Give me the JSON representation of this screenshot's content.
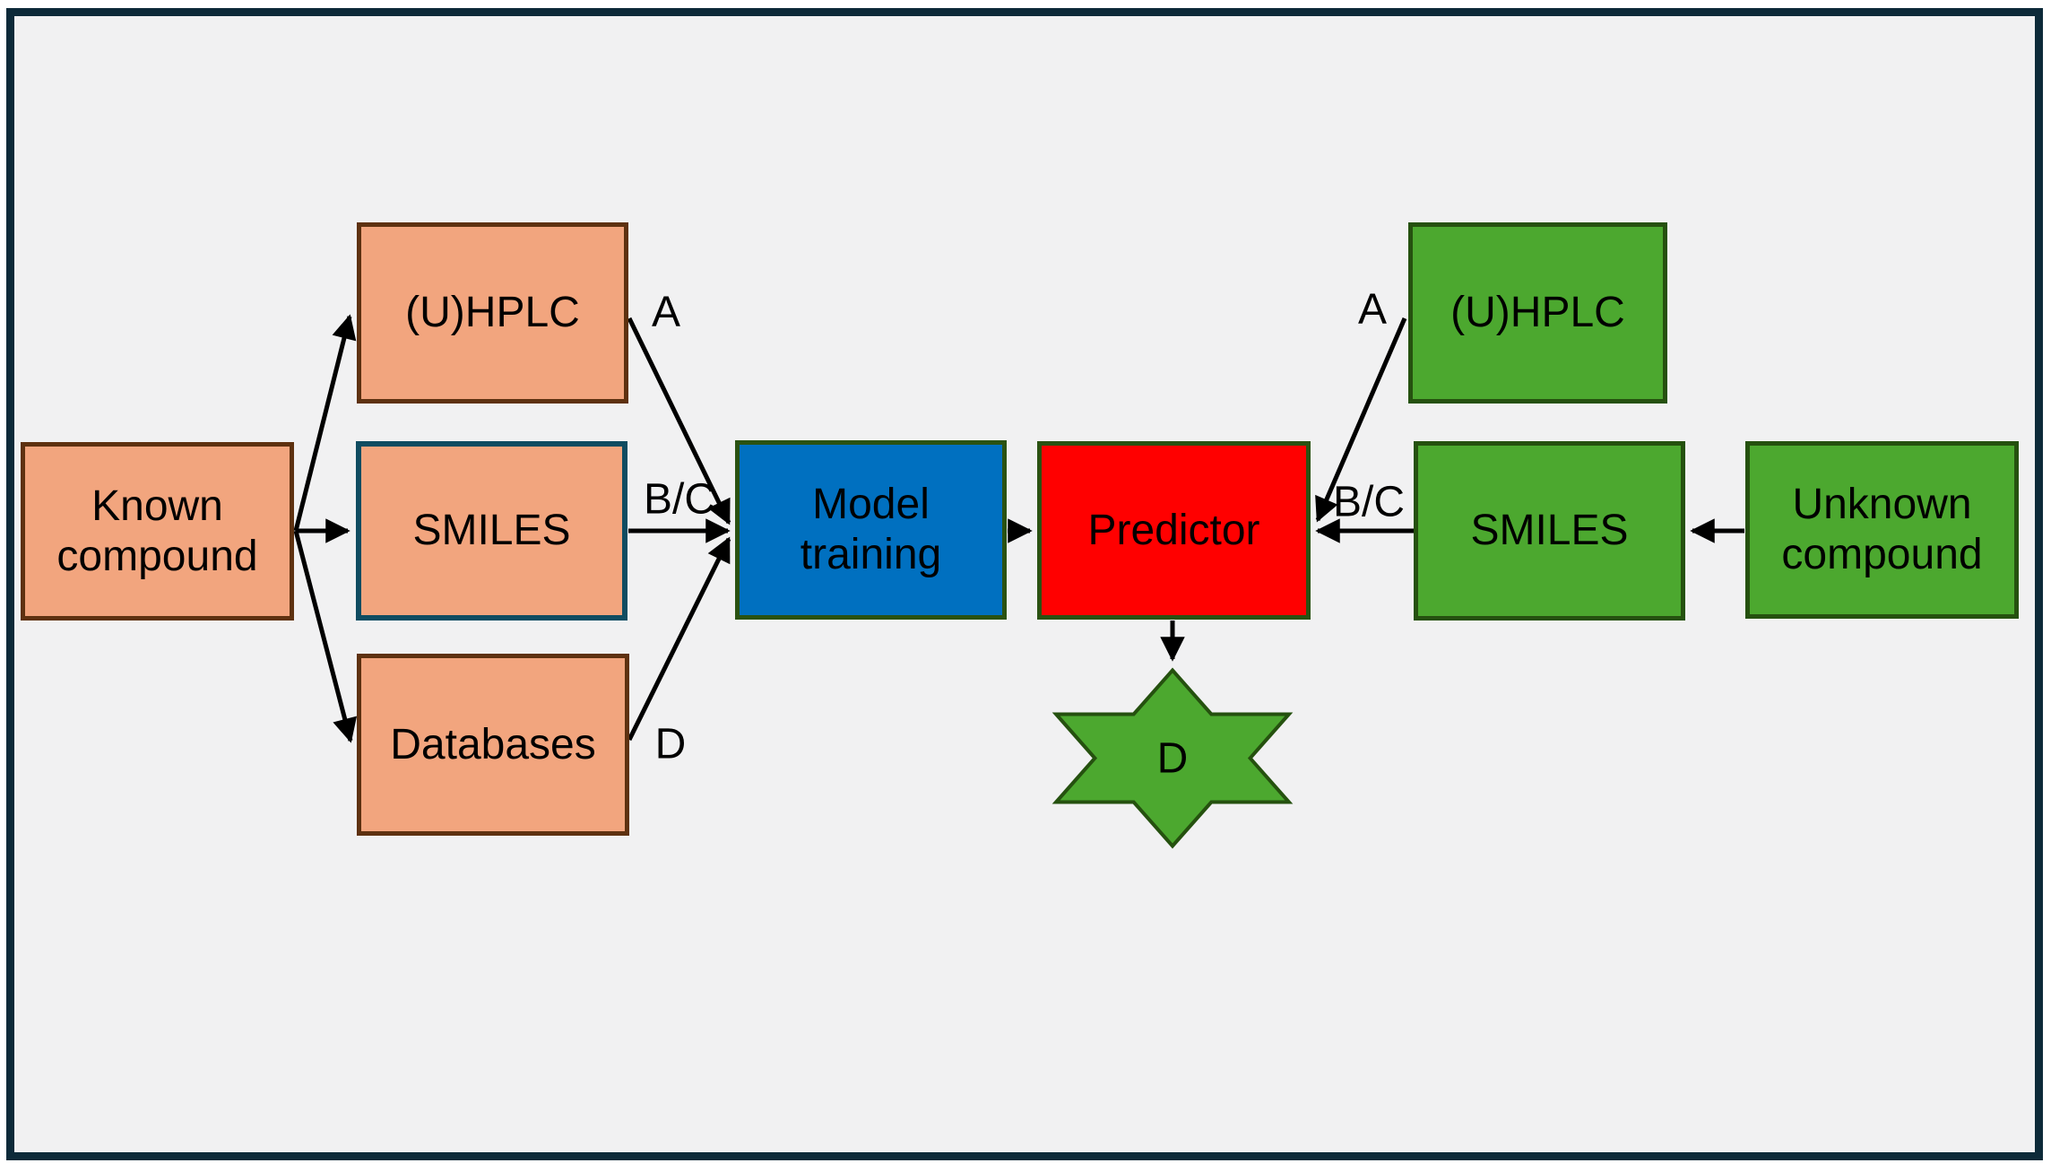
{
  "diagram": {
    "nodes": {
      "known_compound": "Known compound",
      "uhplc_left": "(U)HPLC",
      "smiles_left": "SMILES",
      "databases": "Databases",
      "model_training": "Model training",
      "predictor": "Predictor",
      "uhplc_right": "(U)HPLC",
      "smiles_right": "SMILES",
      "unknown_compound": "Unknown compound",
      "output_star": "D"
    },
    "edge_labels": {
      "train_a": "A",
      "train_bc": "B/C",
      "train_d": "D",
      "predict_a": "A",
      "predict_bc": "B/C"
    },
    "colors": {
      "background": "#f1f1f2",
      "frame_border": "#0d2a39",
      "salmon_fill": "#f2a57e",
      "salmon_border": "#5e3110",
      "teal_border": "#0f4c61",
      "blue_fill": "#0070c0",
      "red_fill": "#ff0000",
      "green_fill": "#4ca82f",
      "green_border": "#25510f",
      "arrow": "#000000",
      "text": "#000000"
    }
  }
}
